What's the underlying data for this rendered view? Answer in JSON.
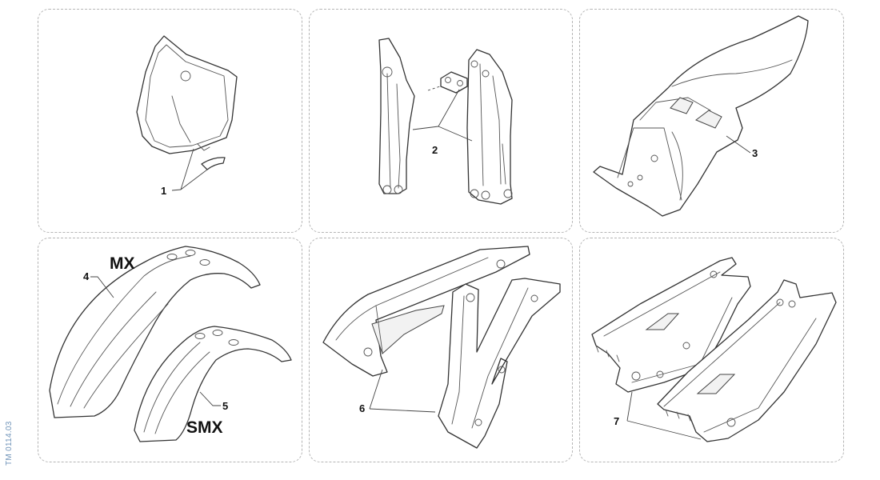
{
  "document": {
    "id": "TM 0114.03",
    "accent_color": "#6f93b8"
  },
  "panels": [
    {
      "name": "number-plate",
      "callouts": [
        "1"
      ]
    },
    {
      "name": "fork-guards",
      "callouts": [
        "2"
      ]
    },
    {
      "name": "rear-fender",
      "callouts": [
        "3"
      ]
    },
    {
      "name": "front-fenders",
      "callouts": [
        "4",
        "5"
      ],
      "labels": [
        "MX",
        "SMX"
      ]
    },
    {
      "name": "radiator-shrouds",
      "callouts": [
        "6"
      ]
    },
    {
      "name": "side-panels",
      "callouts": [
        "7"
      ]
    }
  ]
}
